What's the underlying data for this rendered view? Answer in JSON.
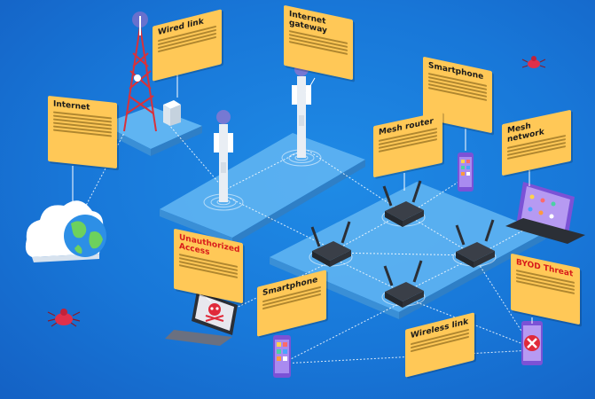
{
  "labels": {
    "wired_link": "Wired link",
    "internet_gateway": "Internet gateway",
    "internet": "Internet",
    "smartphone_top": "Smartphone",
    "mesh_router": "Mesh router",
    "mesh_network": "Mesh network",
    "unauthorized_access": "Unauthorized Access",
    "smartphone_bottom": "Smartphone",
    "byod_threat": "BYOD Threat",
    "wireless_link": "Wireless link"
  },
  "colors": {
    "background": "#1877d8",
    "callout": "#ffc857",
    "platform": "#5fb4f2",
    "router": "#3a3f48",
    "threat_text": "#d81b1b",
    "link_line": "#ffffff"
  },
  "icons": [
    "cell-tower-icon",
    "antenna-mast-icon",
    "router-icon",
    "cloud-icon",
    "globe-icon",
    "smartphone-icon",
    "tablet-icon",
    "laptop-icon",
    "skull-icon",
    "bug-icon",
    "x-mark-icon"
  ]
}
